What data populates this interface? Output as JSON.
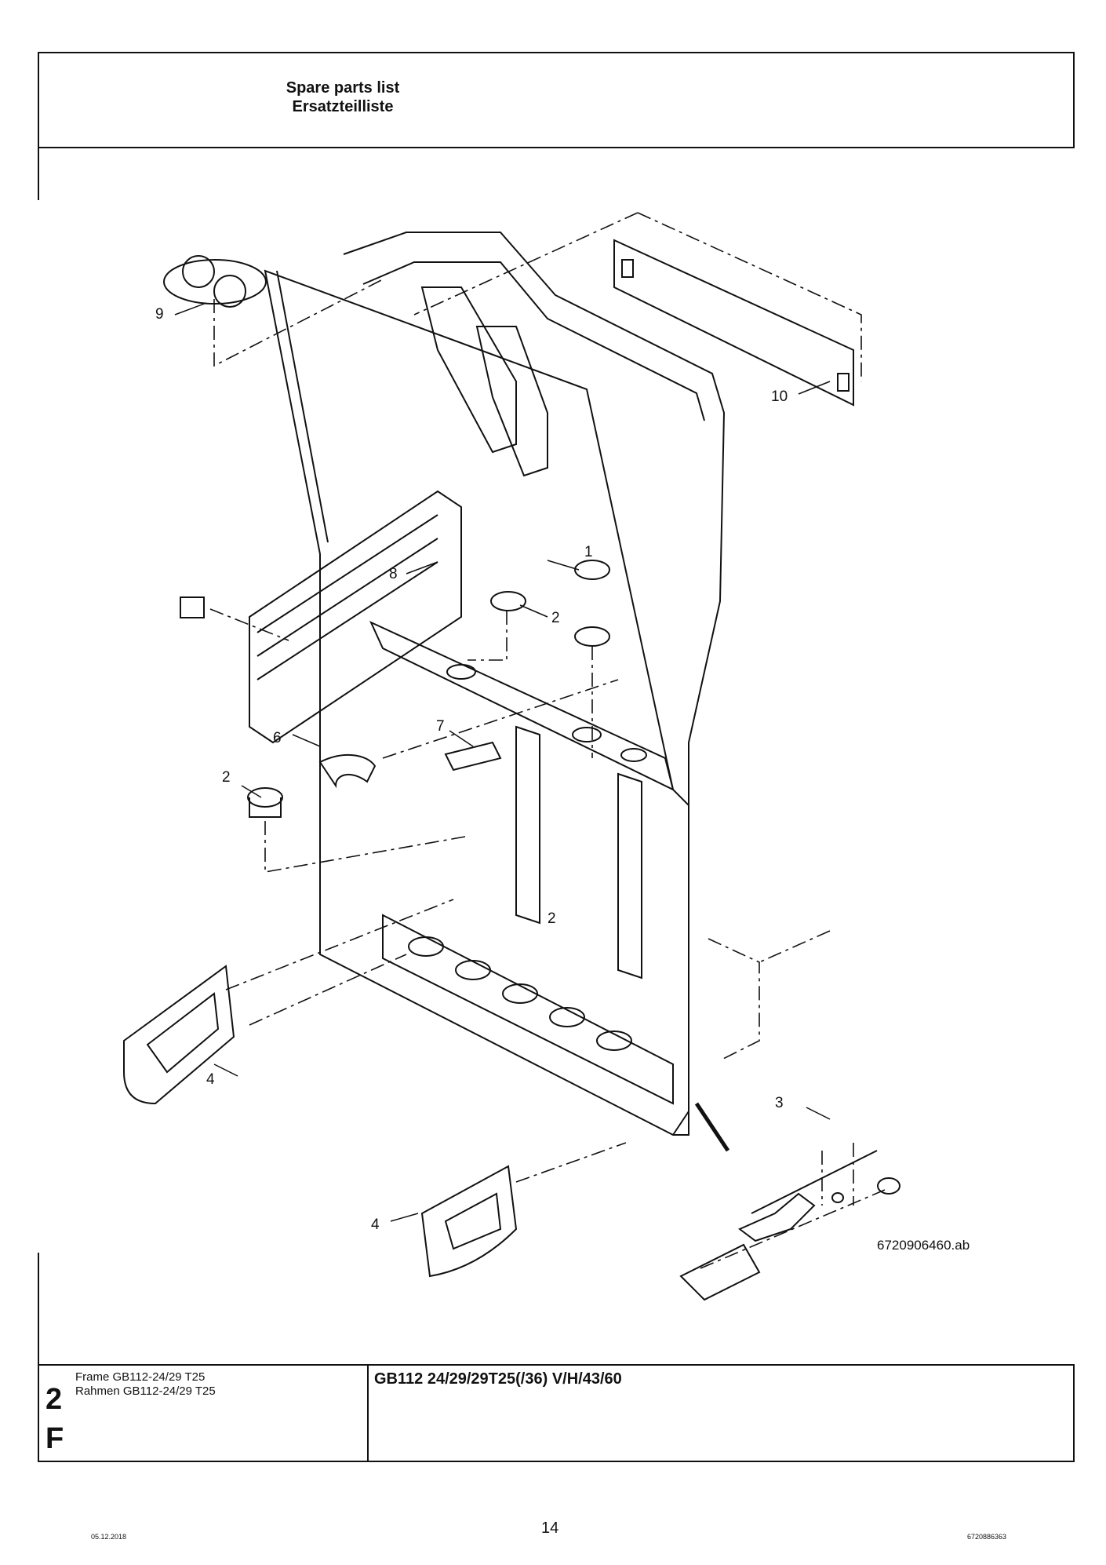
{
  "header": {
    "title_en": "Spare parts list",
    "title_de": "Ersatzteilliste"
  },
  "figure": {
    "callouts": [
      "1",
      "2",
      "2",
      "2",
      "3",
      "4",
      "4",
      "6",
      "7",
      "8",
      "9",
      "10"
    ],
    "drawing_code": "6720906460.ab"
  },
  "section": {
    "number": "2",
    "letter": "F",
    "caption_en": "Frame GB112-24/29 T25",
    "caption_de": "Rahmen GB112-24/29 T25",
    "model": "GB112 24/29/29T25(/36) V/H/43/60"
  },
  "footer": {
    "date": "05.12.2018",
    "page": "14",
    "doc_number": "6720886363"
  }
}
